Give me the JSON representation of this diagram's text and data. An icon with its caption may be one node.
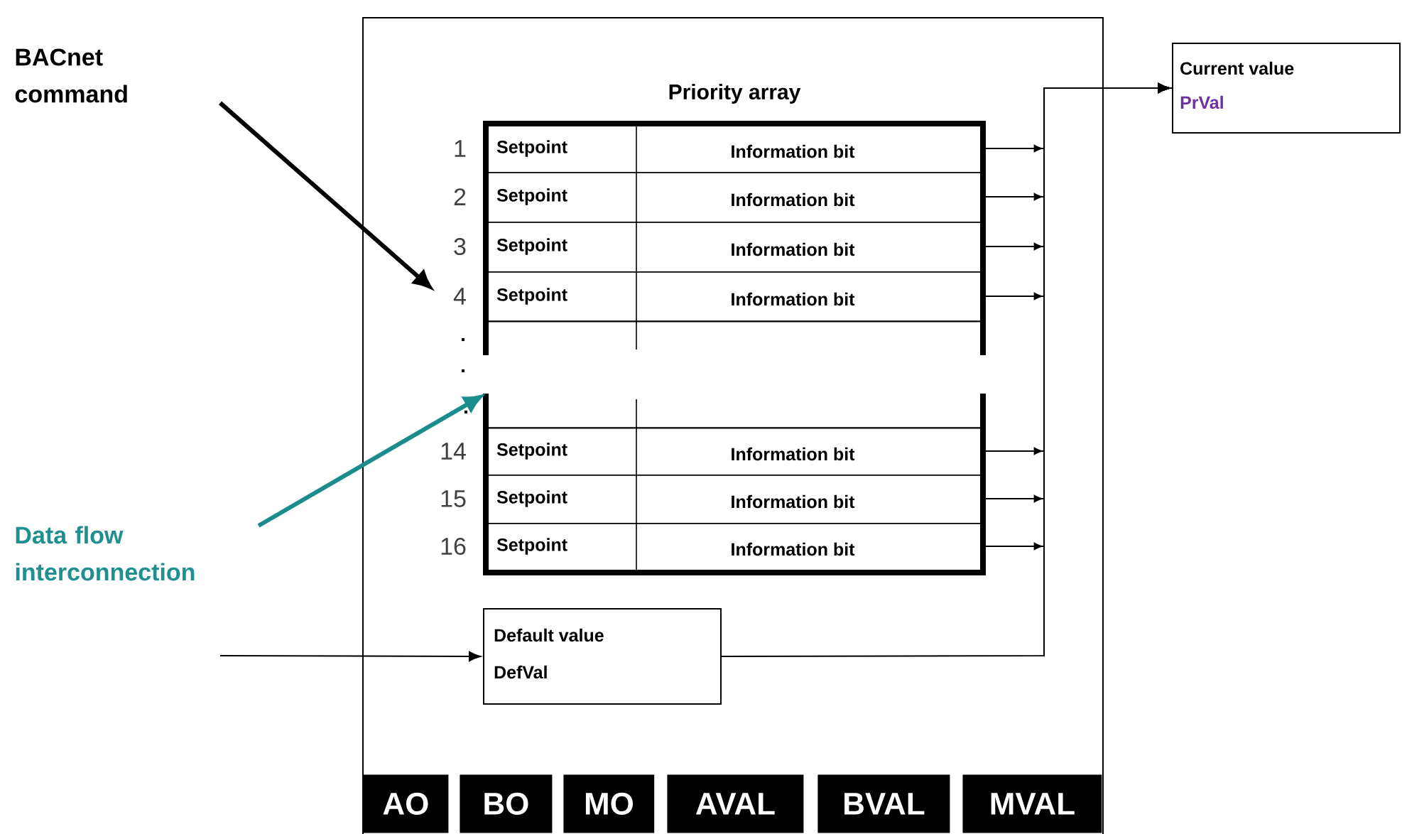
{
  "diagram": {
    "nodes": [
      {
        "text": [],
        "shape": "box"
      },
      {
        "text": [
          "Priority array"
        ],
        "in": 0
      },
      {
        "text": [
          "Setpoint",
          "Information bit"
        ],
        "in": 1,
        "beside": [
          "1"
        ]
      },
      {
        "text": [
          "Setpoint",
          "Information bit"
        ],
        "in": 1,
        "beside": [
          "2"
        ]
      },
      {
        "text": [
          "Setpoint",
          "Information bit"
        ],
        "in": 1,
        "beside": [
          "3"
        ]
      },
      {
        "text": [
          "Setpoint",
          "Information bit"
        ],
        "in": 1,
        "beside": [
          "4"
        ]
      },
      {
        "text": [],
        "shape": "box",
        "in": 1
      },
      {
        "text": [],
        "shape": "box",
        "in": 1
      },
      {
        "text": [
          "Setpoint",
          "Information bit"
        ],
        "in": 1,
        "beside": [
          "14"
        ]
      },
      {
        "text": [
          "Setpoint",
          "Information bit"
        ],
        "in": 1,
        "beside": [
          "15"
        ]
      },
      {
        "text": [
          "Setpoint",
          "Information bit"
        ],
        "in": 1,
        "beside": [
          "16"
        ]
      },
      {
        "text": [
          "Default value",
          "DefVal"
        ],
        "in": 0
      },
      {
        "text": [
          "Current value",
          "PrVal"
        ]
      },
      {
        "text": [
          "BACnet command"
        ]
      },
      {
        "text": [
          "Data flow interconnection"
        ]
      },
      {
        "text": [
          "AO"
        ],
        "in": 0
      },
      {
        "text": [
          "BO"
        ],
        "in": 0
      },
      {
        "text": [
          "MO"
        ],
        "in": 0
      },
      {
        "text": [
          "AVAL"
        ],
        "in": 0
      },
      {
        "text": [
          "BVAL"
        ],
        "in": 0
      },
      {
        "text": [
          "MVAL"
        ],
        "in": 0
      }
    ],
    "edges": [
      {
        "from": 2,
        "to": 12,
        "arrow": "to"
      },
      {
        "from": 3,
        "to": 12,
        "arrow": "to"
      },
      {
        "from": 4,
        "to": 12,
        "arrow": "to"
      },
      {
        "from": 5,
        "to": 12,
        "arrow": "to"
      },
      {
        "from": 8,
        "to": 12,
        "arrow": "to"
      },
      {
        "from": 9,
        "to": 12,
        "arrow": "to"
      },
      {
        "from": 10,
        "to": 12,
        "arrow": "to"
      },
      {
        "from": 11,
        "to": 12,
        "arrow": "none"
      },
      {
        "from": null,
        "to": 11,
        "arrow": "to"
      },
      {
        "from": 13,
        "to": 5,
        "arrow": "to",
        "style": "thick"
      },
      {
        "from": 14,
        "to": 7,
        "arrow": "to",
        "style": "thick",
        "color": "#1a8c8c"
      }
    ],
    "labels": [
      ".",
      ".",
      "."
    ]
  }
}
